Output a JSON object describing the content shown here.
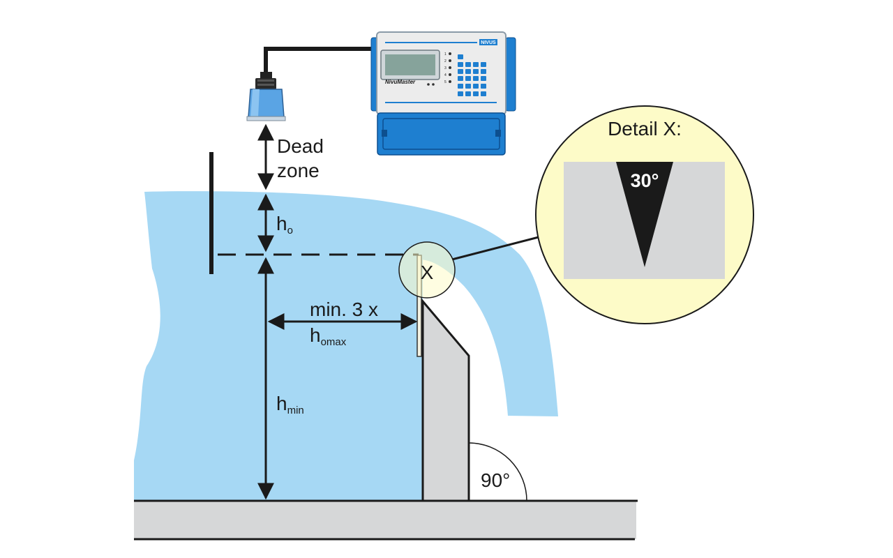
{
  "labels": {
    "dead_zone_line1": "Dead",
    "dead_zone_line2": "zone",
    "h_o_base": "h",
    "h_o_sub": "o",
    "distance_line1": "min. 3 x",
    "h_omax_base": "h",
    "h_omax_sub": "omax",
    "h_min_base": "h",
    "h_min_sub": "min",
    "detail_marker": "X",
    "angle_right": "90°"
  },
  "detail": {
    "title": "Detail X:",
    "angle": "30°"
  },
  "device": {
    "name": "NivuMaster",
    "brand": "NIVUS",
    "channels": [
      "1",
      "2",
      "3",
      "4",
      "5"
    ]
  },
  "colors": {
    "water": "#a6d8f4",
    "concrete": "#d6d7d8",
    "device_blue": "#1e7fd0",
    "detail_bg": "#fdfbc8",
    "outline": "#1a1a1a"
  },
  "icons": {
    "sensor": "ultrasonic-sensor-icon",
    "transmitter": "transmitter-icon"
  }
}
